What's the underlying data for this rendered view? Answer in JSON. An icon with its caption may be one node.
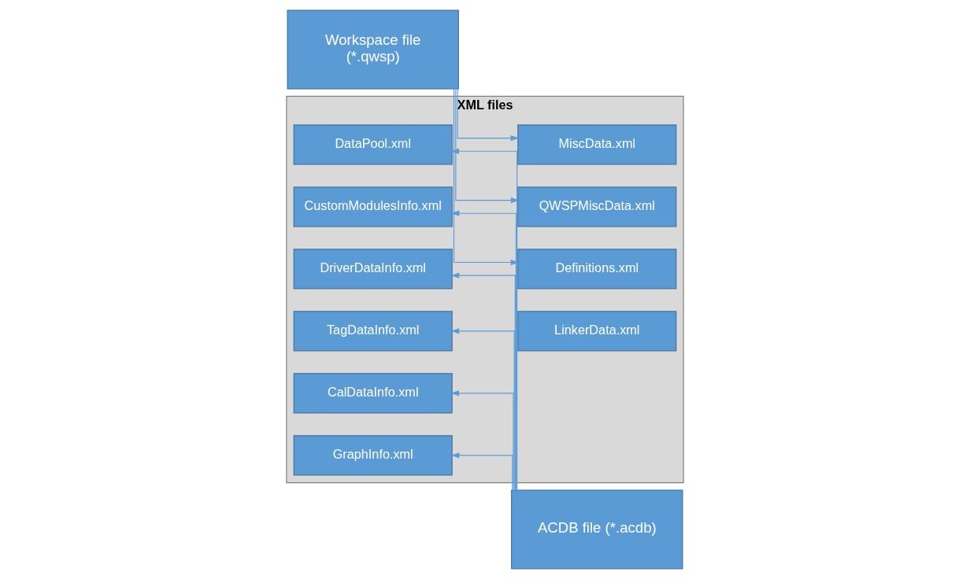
{
  "diagram": {
    "nodes": [
      {
        "text": [
          "XML files"
        ]
      },
      {
        "text": [
          "LinkerData.xml"
        ],
        "in": 0
      },
      {
        "text": [
          "Definitions.xml"
        ],
        "in": 0
      },
      {
        "text": [
          "GraphInfo.xml"
        ],
        "in": 0
      },
      {
        "text": [
          "CalDataInfo.xml"
        ],
        "in": 0
      },
      {
        "text": [
          "TagDataInfo.xml"
        ],
        "in": 0
      },
      {
        "text": [
          "DriverDataInfo.xml"
        ],
        "in": 0
      },
      {
        "text": [
          "QWSPMiscData.xml"
        ],
        "in": 0
      },
      {
        "text": [
          "CustomModulesInfo.xml"
        ],
        "in": 0
      },
      {
        "text": [
          "MiscData.xml"
        ],
        "in": 0
      },
      {
        "text": [
          "DataPool.xml"
        ],
        "in": 0
      },
      {
        "text": [
          "Workspace file",
          "(*.qwsp)"
        ]
      },
      {
        "text": [
          "ACDB file (*.acdb)"
        ]
      }
    ],
    "edges": [
      {
        "from": 11,
        "to": 2,
        "arrow": "to"
      },
      {
        "from": 11,
        "to": 7,
        "arrow": "to"
      },
      {
        "from": 11,
        "to": 9,
        "arrow": "to"
      },
      {
        "from": 12,
        "to": 3,
        "arrow": "to"
      },
      {
        "from": 12,
        "to": 4,
        "arrow": "to"
      },
      {
        "from": 12,
        "to": 5,
        "arrow": "to"
      },
      {
        "from": 12,
        "to": 6,
        "arrow": "to"
      },
      {
        "from": 12,
        "to": 8,
        "arrow": "to"
      },
      {
        "from": 12,
        "to": 10,
        "arrow": "to"
      }
    ]
  }
}
